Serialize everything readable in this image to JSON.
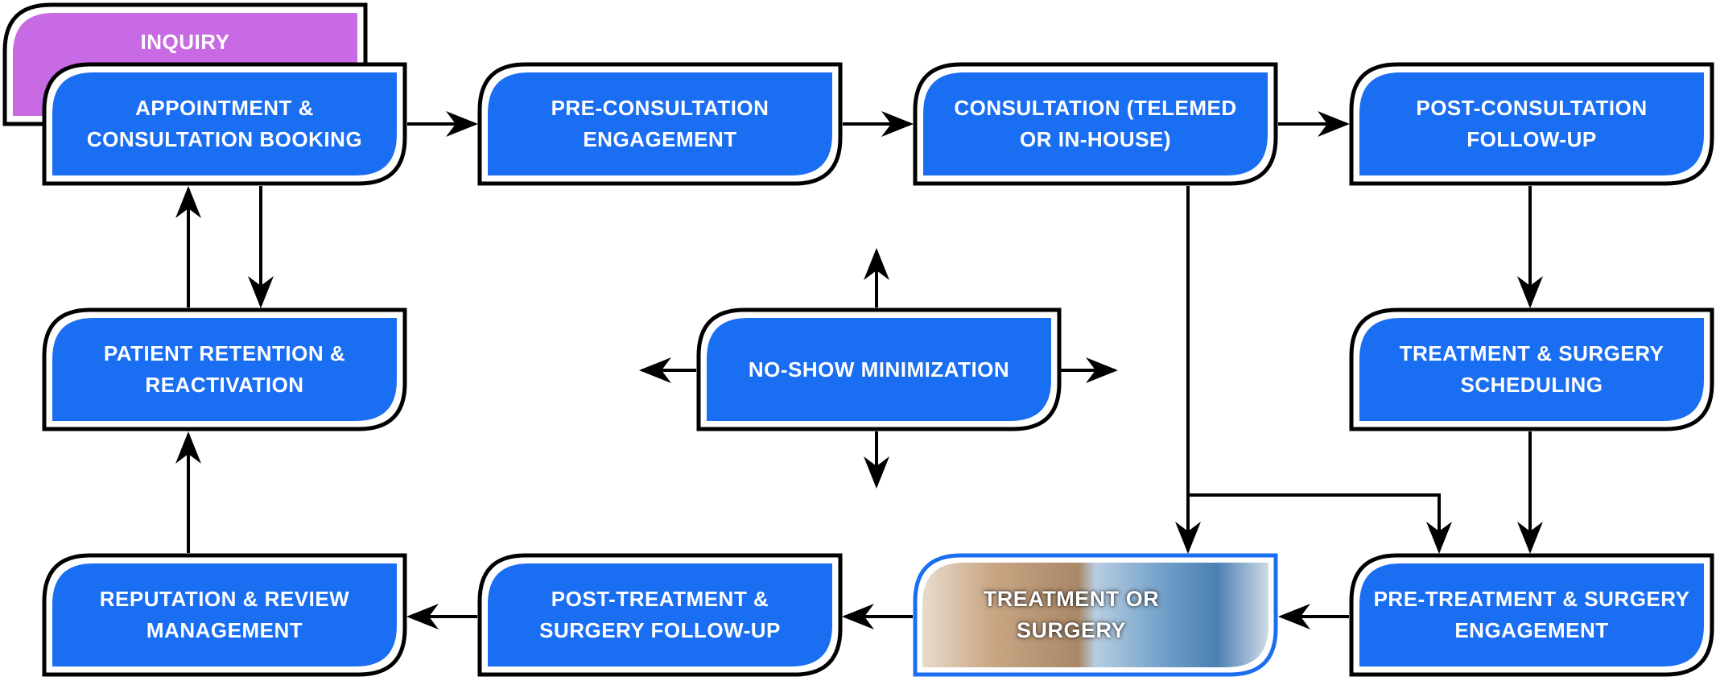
{
  "colors": {
    "blue": "#1a6ef2",
    "purple": "#c86ae3",
    "outline": "#000000"
  },
  "nodes": {
    "inquiry": "INQUIRY",
    "appointment": "APPOINTMENT & CONSULTATION BOOKING",
    "pre_consultation": "PRE-CONSULTATION ENGAGEMENT",
    "consultation": "CONSULTATION (TELEMED OR IN-HOUSE)",
    "post_consultation": "POST-CONSULTATION FOLLOW-UP",
    "patient_retention": "PATIENT RETENTION & REACTIVATION",
    "no_show": "NO-SHOW MINIMIZATION",
    "scheduling": "TREATMENT & SURGERY SCHEDULING",
    "reputation": "REPUTATION & REVIEW MANAGEMENT",
    "post_treatment": "POST-TREATMENT & SURGERY FOLLOW-UP",
    "treatment": "TREATMENT OR SURGERY",
    "pre_treatment": "PRE-TREATMENT & SURGERY ENGAGEMENT"
  }
}
